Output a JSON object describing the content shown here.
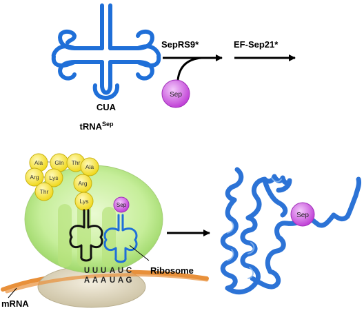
{
  "trna": {
    "anticodon": "CUA",
    "name": "tRNA",
    "name_sup": "Sep"
  },
  "steps": {
    "synthetase": "SepRS9*",
    "elongation_factor": "EF-Sep21*"
  },
  "sep_label": "Sep",
  "amino_acids": [
    "Ala",
    "Gln",
    "Thr",
    "Ala",
    "Arg",
    "Lys",
    "Arg",
    "Thr",
    "Lys"
  ],
  "ribosome": {
    "label": "Ribosome",
    "codon_top": [
      "U",
      "U",
      "U",
      "A",
      "U",
      "C"
    ],
    "codon_bottom": [
      "A",
      "A",
      "A",
      "U",
      "A",
      "G"
    ]
  },
  "mrna_label": "mRNA",
  "colors": {
    "trna_blue": "#1f6fd8",
    "sep_purple": "#cc44dd",
    "amino_yellow": "#f5e23a",
    "ribosome_green": "#c6ee9a",
    "mrna_orange": "#e8903a",
    "protein_blue": "#2c73d6"
  }
}
